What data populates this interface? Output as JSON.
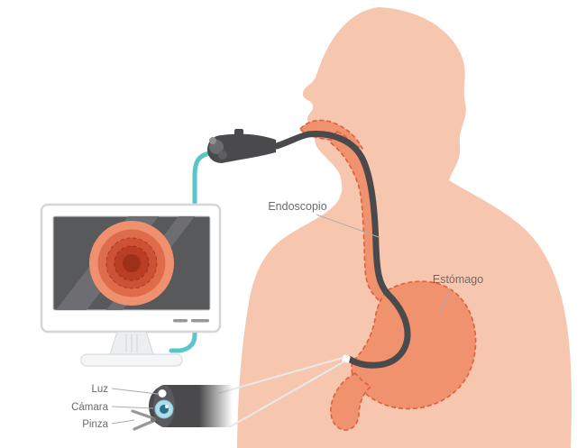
{
  "labels": {
    "endoscope": "Endoscopio",
    "stomach": "Estómago",
    "light": "Luz",
    "camera": "Cámara",
    "forceps": "Pinza"
  },
  "colors": {
    "body": "#F7C6AE",
    "organ": "#F0926E",
    "organ_outline": "#DE5F3B",
    "scope": "#4A4A4C",
    "cable": "#5BC6C7",
    "screen": "#58595B",
    "screen_stripe": "#6E6E72",
    "monitor_frame": "#FFFFFF",
    "monitor_border": "#D5D6D7",
    "label_text": "#6B6B6E",
    "view_ring_1": "#EF916F",
    "view_ring_2": "#DE6C4A",
    "view_ring_3": "#CD5134",
    "view_ring_4": "#B93E23",
    "view_ring_5": "#9E2F19"
  }
}
